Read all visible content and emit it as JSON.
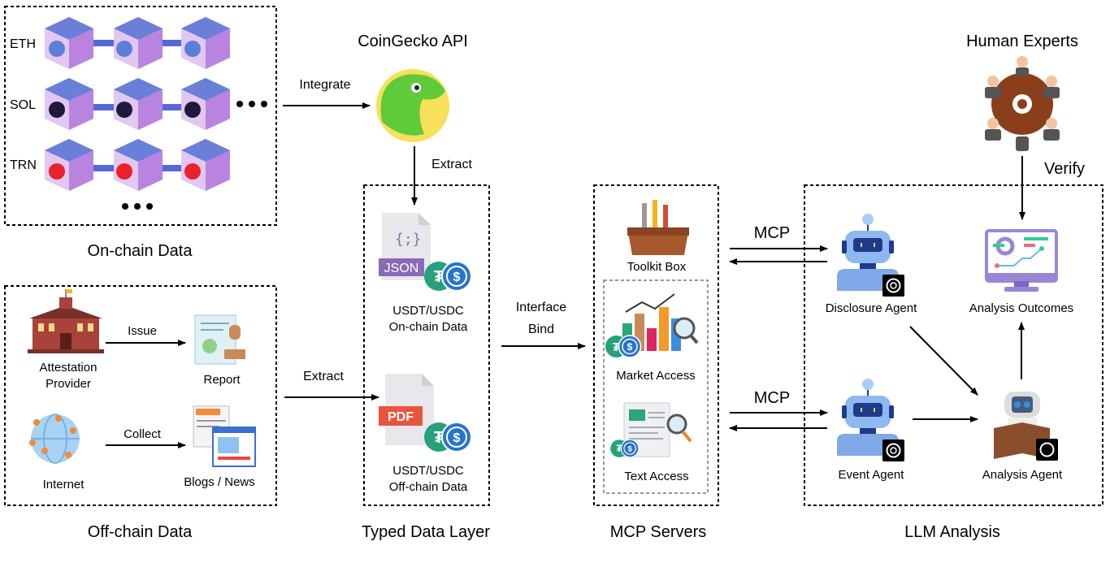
{
  "sections": {
    "onchain": "On-chain Data",
    "offchain": "Off-chain Data",
    "typed": "Typed Data Layer",
    "mcp": "MCP Servers",
    "llm": "LLM Analysis"
  },
  "onchain": {
    "chains": [
      "ETH",
      "SOL",
      "TRN"
    ],
    "colors": {
      "ETH": "#5b7fd6",
      "SOL": "#1e1b3a",
      "TRN": "#e8232b"
    }
  },
  "coingecko": {
    "title": "CoinGecko API",
    "integrate": "Integrate",
    "extract": "Extract"
  },
  "offchain": {
    "attestation_line1": "Attestation",
    "attestation_line2": "Provider",
    "issue": "Issue",
    "report": "Report",
    "internet": "Internet",
    "collect": "Collect",
    "blogs": "Blogs / News",
    "extract": "Extract"
  },
  "typed": {
    "json_label": "JSON",
    "pdf_label": "PDF",
    "onchain_line1": "USDT/USDC",
    "onchain_line2": "On-chain Data",
    "offchain_line1": "USDT/USDC",
    "offchain_line2": "Off-chain Data"
  },
  "bind": {
    "line1": "Interface",
    "line2": "Bind"
  },
  "mcp": {
    "toolkit": "Toolkit Box",
    "market": "Market Access",
    "text": "Text Access",
    "protocol_top": "MCP",
    "protocol_bottom": "MCP"
  },
  "llm": {
    "disclosure": "Disclosure Agent",
    "event": "Event Agent",
    "analysis": "Analysis Agent",
    "outcomes": "Analysis Outcomes"
  },
  "experts": {
    "title": "Human Experts",
    "verify": "Verify"
  }
}
